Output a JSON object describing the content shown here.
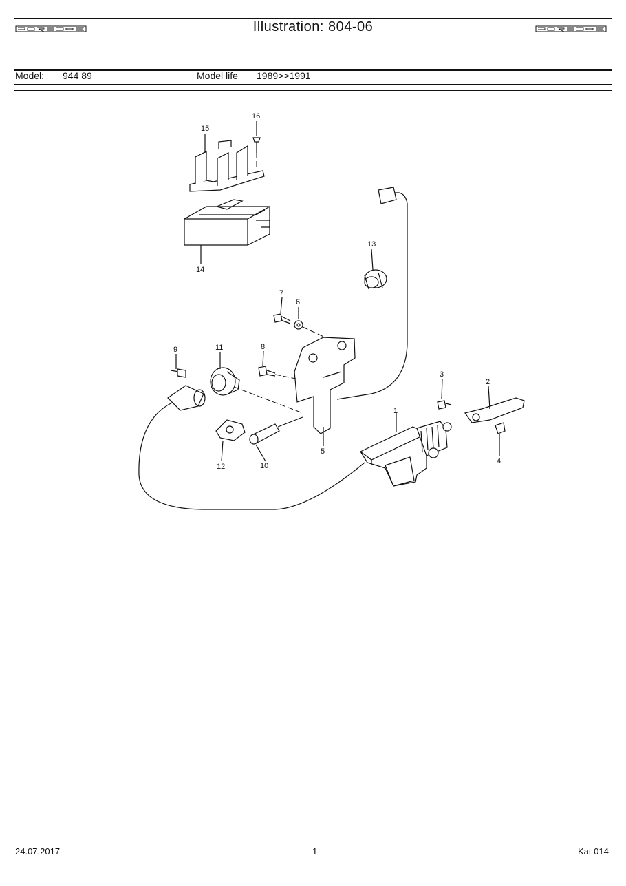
{
  "header": {
    "title": "Illustration: 804-06",
    "logo_left": "PORSCHE",
    "logo_right": "PORSCHE"
  },
  "model": {
    "model_label": "Model:",
    "model_value": "944 89",
    "life_label": "Model life",
    "life_value": "1989>>1991"
  },
  "callouts": [
    "1",
    "2",
    "3",
    "4",
    "5",
    "6",
    "7",
    "8",
    "9",
    "10",
    "11",
    "12",
    "13",
    "14",
    "15",
    "16"
  ],
  "footer": {
    "date": "24.07.2017",
    "page": "- 1",
    "catalog": "Kat 014"
  }
}
